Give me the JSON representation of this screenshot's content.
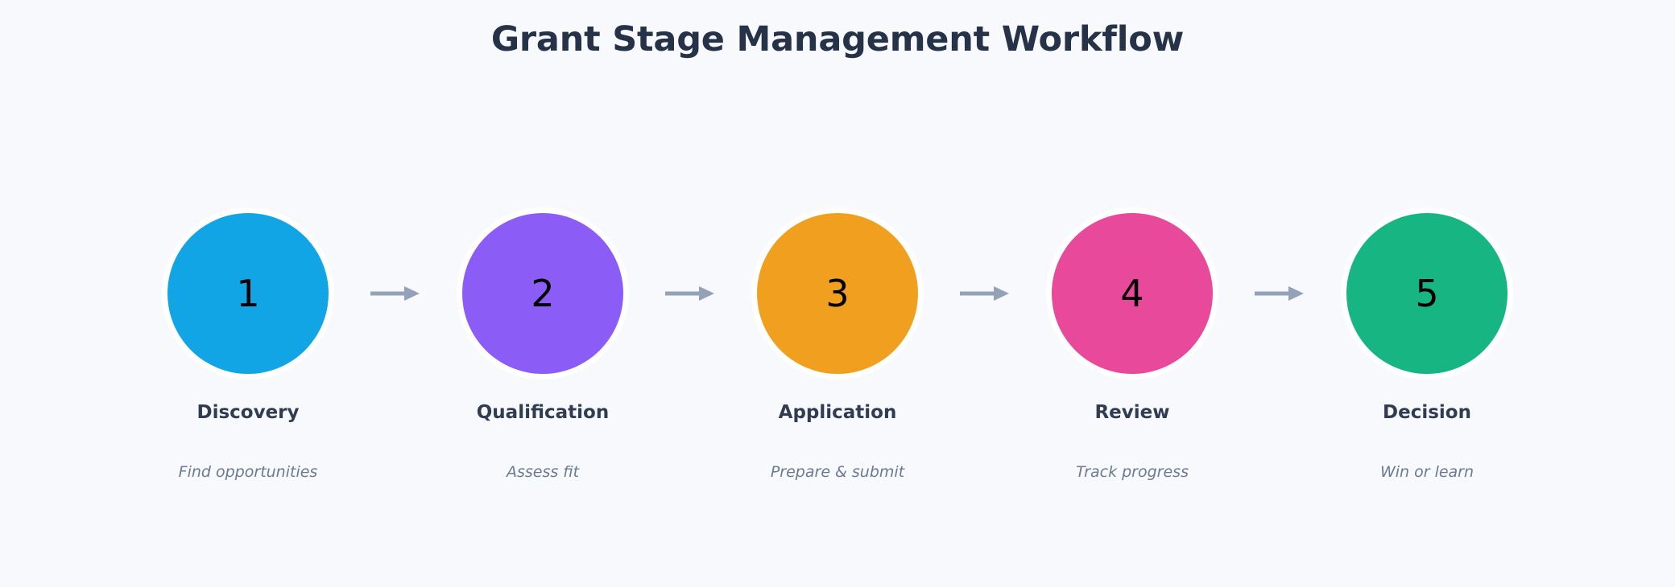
{
  "page": {
    "title": "Grant Stage Management Workflow",
    "background_color": "#f7f9fc",
    "title_color": "#263247"
  },
  "diagram": {
    "type": "horizontal-flow",
    "connector_icon": "arrow-right-icon",
    "connector_color": "#93a2b8",
    "connector_count": 4,
    "stage_ring_color": "#ffffff",
    "stage_number_color": "#000000",
    "label_color": "#2f3c52",
    "description_color": "#6b7a93",
    "stages": [
      {
        "number": "1",
        "label": "Discovery",
        "description": "Find opportunities",
        "color": "#12a5e5"
      },
      {
        "number": "2",
        "label": "Qualification",
        "description": "Assess fit",
        "color": "#8b5cf6"
      },
      {
        "number": "3",
        "label": "Application",
        "description": "Prepare & submit",
        "color": "#f0a01e"
      },
      {
        "number": "4",
        "label": "Review",
        "description": "Track progress",
        "color": "#e8499a"
      },
      {
        "number": "5",
        "label": "Decision",
        "description": "Win or learn",
        "color": "#16b582"
      }
    ]
  }
}
